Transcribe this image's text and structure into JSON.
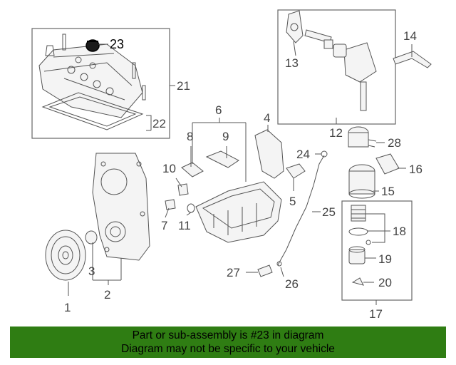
{
  "callouts": [
    "1",
    "2",
    "3",
    "4",
    "5",
    "6",
    "7",
    "8",
    "9",
    "10",
    "11",
    "12",
    "13",
    "14",
    "15",
    "16",
    "17",
    "18",
    "19",
    "20",
    "21",
    "22",
    "23",
    "24",
    "25",
    "26",
    "27",
    "28"
  ],
  "highlight_callout": "23",
  "colors": {
    "footer_bg": "#2f7d13",
    "line": "#555555",
    "text": "#444444"
  },
  "footer": {
    "line1": "Part or sub-assembly is #23 in diagram",
    "line2": "Diagram may not be specific to your vehicle"
  }
}
